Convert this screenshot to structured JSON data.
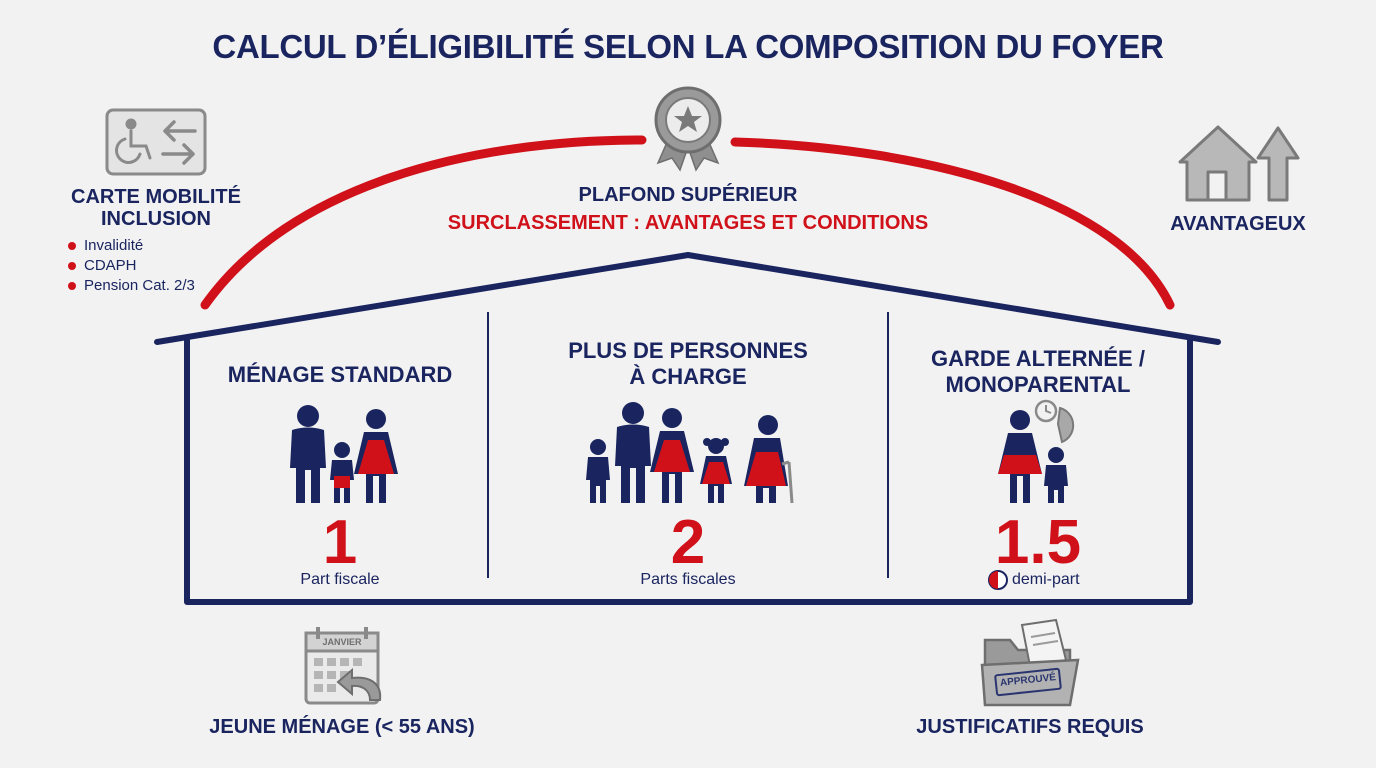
{
  "title": "CALCUL D’ÉLIGIBILITÉ SELON LA COMPOSITION DU FOYER",
  "top": {
    "plafond": "PLAFOND SUPÉRIEUR",
    "surclassement": "SURCLASSEMENT : AVANTAGES ET CONDITIONS"
  },
  "left_card": {
    "title_line1": "CARTE MOBILITÉ",
    "title_line2": "INCLUSION",
    "items": [
      "Invalidité",
      "CDAPH",
      "Pension Cat. 2/3"
    ]
  },
  "right_card": {
    "label": "AVANTAGEUX"
  },
  "columns": [
    {
      "title_line1": "MÉNAGE STANDARD",
      "title_line2": "",
      "value": "1",
      "caption": "Part fiscale"
    },
    {
      "title_line1": "PLUS DE PERSONNES",
      "title_line2": "À CHARGE",
      "value": "2",
      "caption": "Parts fiscales"
    },
    {
      "title_line1": "GARDE ALTERNÉE /",
      "title_line2": "MONOPARENTAL",
      "value": "1.5",
      "caption": "demi-part"
    }
  ],
  "bottom_left": {
    "calendar_label": "JANVIER",
    "label": "JEUNE MÉNAGE (< 55 ANS)"
  },
  "bottom_right": {
    "stamp": "APPROUVÉ",
    "label": "JUSTIFICATIFS REQUIS"
  },
  "colors": {
    "navy": "#1a2560",
    "red": "#d0111a",
    "gray": "#8a8a8a",
    "background": "#f2f2f2"
  },
  "icons": [
    "wheelchair-icon",
    "arrows-icon",
    "award-badge-icon",
    "house-arrow-icon",
    "family-icon",
    "calendar-icon",
    "folder-icon",
    "clock-icon",
    "half-circle-icon"
  ]
}
